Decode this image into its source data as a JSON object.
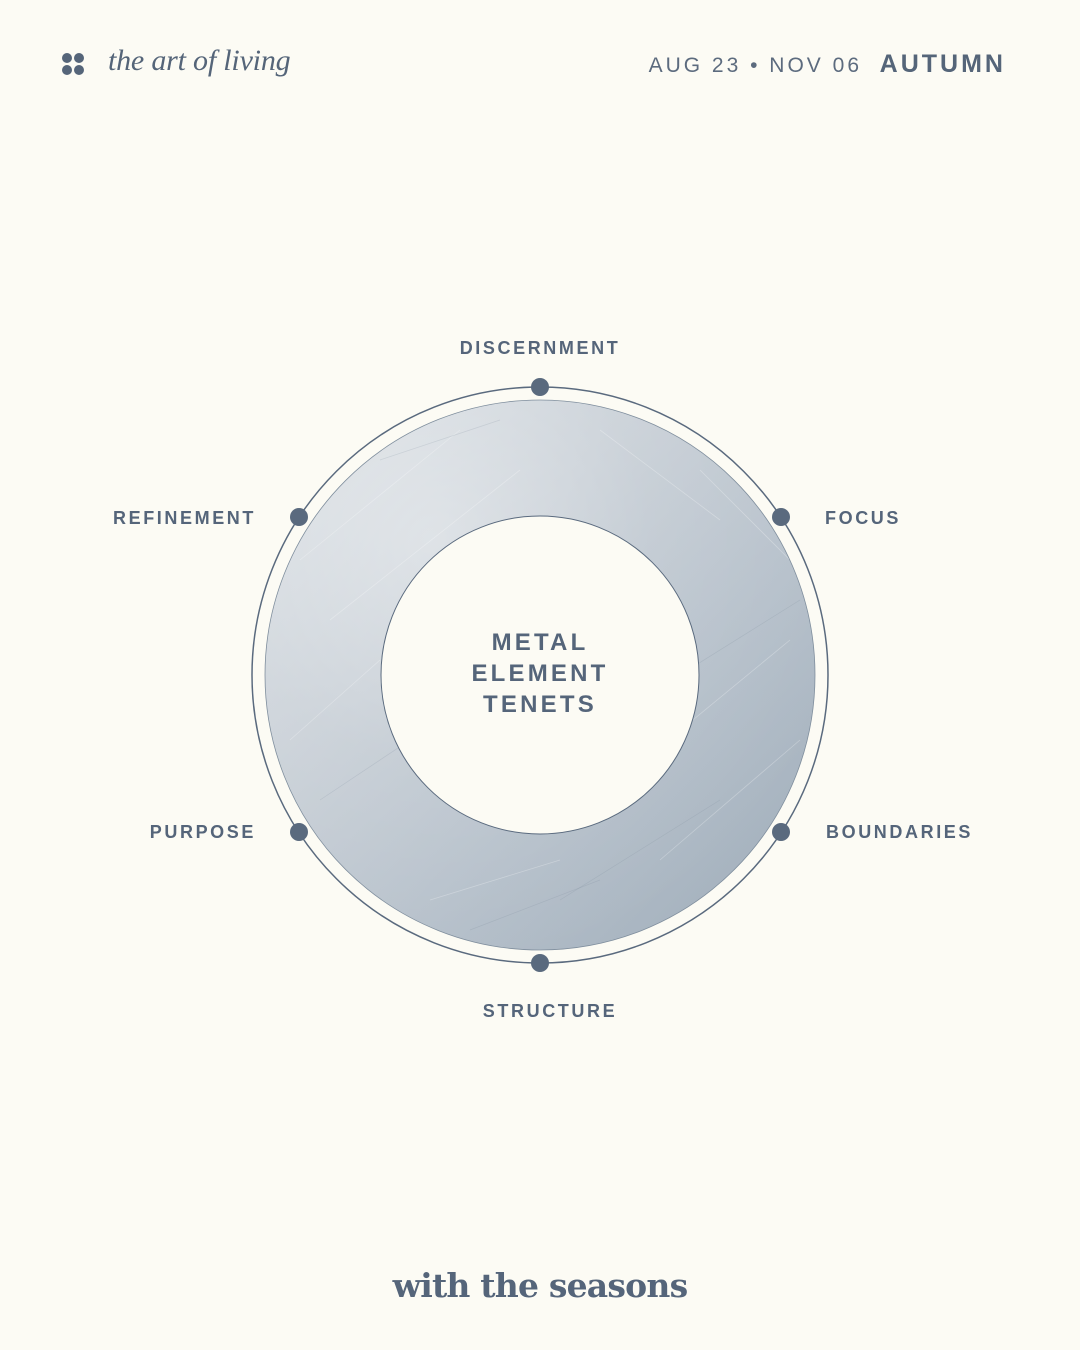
{
  "header": {
    "tagline": "the art of living",
    "dates": "AUG 23 • NOV 06",
    "season": "AUTUMN",
    "logo_icon": "four-petal-flower-icon"
  },
  "diagram": {
    "center_lines": [
      "METAL",
      "ELEMENT",
      "TENETS"
    ],
    "tenets": [
      "DISCERNMENT",
      "FOCUS",
      "BOUNDARIES",
      "STRUCTURE",
      "PURPOSE",
      "REFINEMENT"
    ],
    "colors": {
      "ring_light": "#dde2e6",
      "ring_dark": "#9eacb9",
      "dot": "#5a6a7e",
      "text": "#55657a",
      "background": "#fcfbf4"
    }
  },
  "footer": {
    "text": "with the seasons"
  }
}
